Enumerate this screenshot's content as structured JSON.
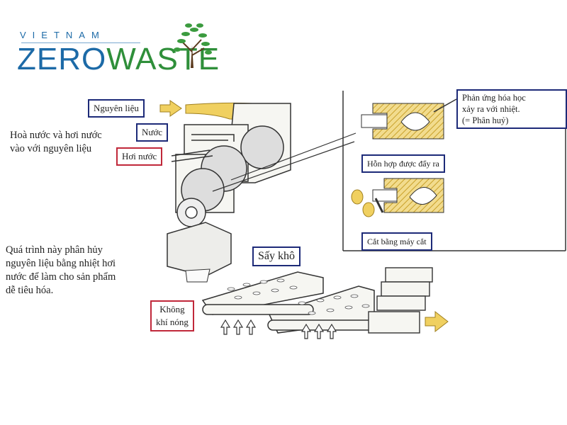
{
  "logo": {
    "top_text": "VIETNAM",
    "main_text": "ZEROWASTE",
    "colors": {
      "blue": "#1c6aa7",
      "green": "#2f8f3a"
    }
  },
  "labels": {
    "raw_material": "Nguyên liệu",
    "water": "Nước",
    "steam": "Hơi nước",
    "reaction": [
      "Phản ứng hóa học",
      "xảy ra với nhiệt.",
      "(= Phân huỷ)"
    ],
    "mixture_pushed": "Hỗn hợp được đẩy ra",
    "cut_by_cutter": "Cắt bằng máy cắt",
    "drying": "Sấy khô",
    "hot_air": [
      "Không",
      "khí nóng"
    ]
  },
  "notes": {
    "mix": [
      "Hoà nước và hơi nước",
      "vào với nguyên liệu"
    ],
    "process": [
      "Quá trình này phân hủy",
      "nguyên liệu bằng nhiệt hơi",
      "nước để làm cho sản phẩm",
      "dễ tiêu hóa."
    ]
  },
  "colors": {
    "label_border": "#1d2a78",
    "steam_border": "#c0283a",
    "hatch": "#c9a12a",
    "arrow": "#e6c64a"
  }
}
